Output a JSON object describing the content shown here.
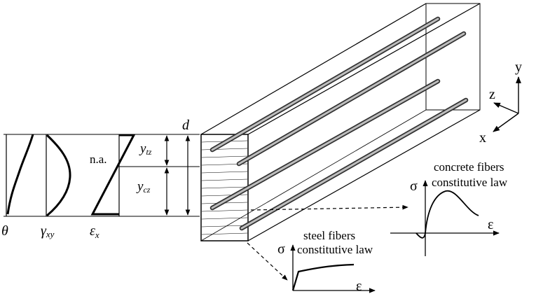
{
  "labels": {
    "theta": "θ",
    "gamma_base": "γ",
    "gamma_sub": "xy",
    "eps_base": "ε",
    "eps_sub": "x",
    "neutral_axis": "n.a.",
    "d": "d",
    "ytz_base": "y",
    "ytz_sub": "tz",
    "ycz_base": "y",
    "ycz_sub": "cz",
    "axis_y": "y",
    "axis_z": "z",
    "axis_x": "x"
  },
  "concrete_law": {
    "title_line1": "concrete fibers",
    "title_line2": "constitutive law",
    "sigma": "σ",
    "epsilon": "ε"
  },
  "steel_law": {
    "title_line1": "steel fibers",
    "title_line2": "constitutive law",
    "sigma": "σ",
    "epsilon": "ε"
  },
  "colors": {
    "line": "#000000",
    "rebar": "#8c8c8c",
    "background": "#ffffff"
  }
}
